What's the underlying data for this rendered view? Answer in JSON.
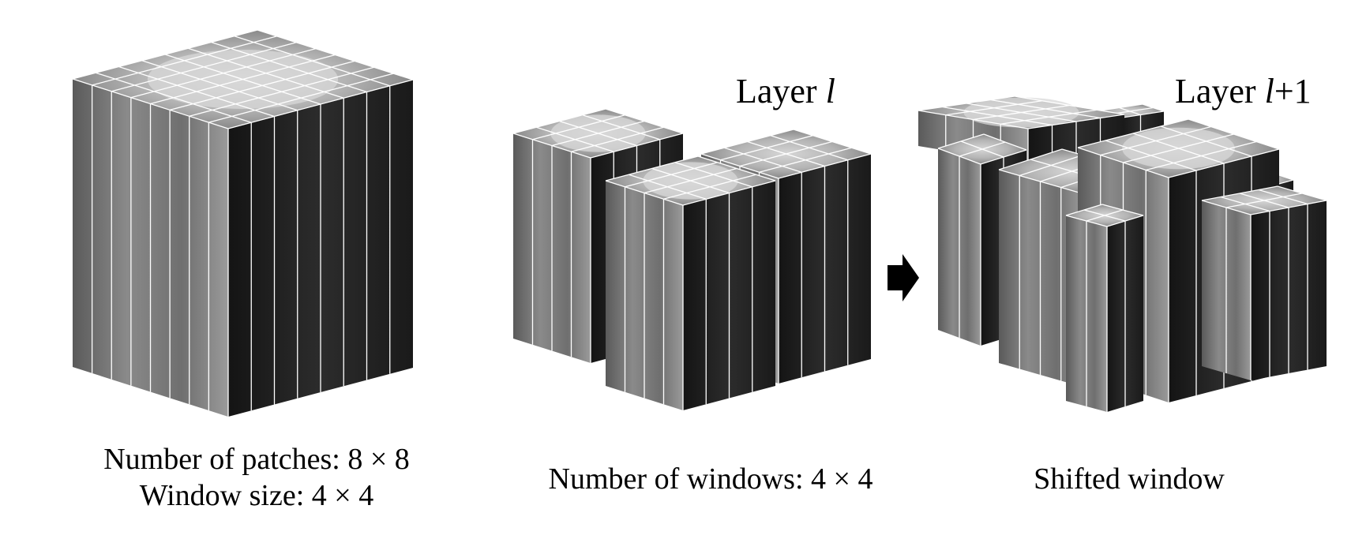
{
  "panels": {
    "full": {
      "caption_line1": "Number of patches: 8 × 8",
      "caption_line2": "Window size: 4 × 4"
    },
    "windows": {
      "title_prefix": "Layer ",
      "title_var": "l",
      "title_suffix": "",
      "caption": "Number of windows: 4 × 4"
    },
    "shifted": {
      "title_prefix": "Layer ",
      "title_var": "l",
      "title_suffix": "+1",
      "caption": "Shifted window"
    }
  },
  "colors": {
    "background": "#ffffff",
    "volume_left_face": "#7c7c7c",
    "volume_right_face": "#1f1f1f",
    "volume_top_face": "#8e8e8e",
    "gap_face": "#3e3e3e",
    "grid_line": "#ffffff",
    "arrow": "#000000"
  },
  "icons": {
    "transition_arrow": "right-arrow-icon"
  }
}
